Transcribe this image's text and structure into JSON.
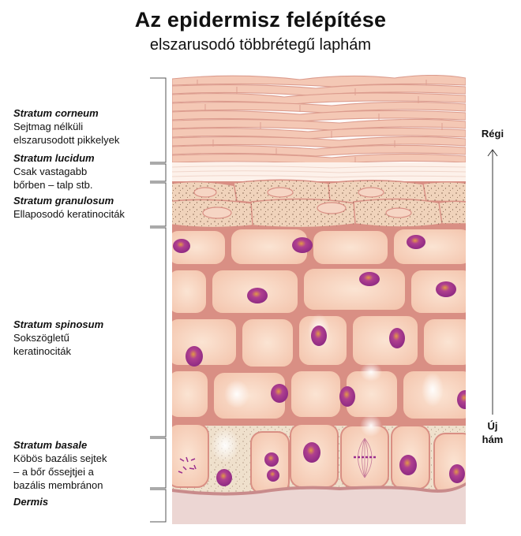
{
  "title": "Az epidermisz felépítése",
  "subtitle": "elszarusodó többrétegű laphám",
  "layers": [
    {
      "name": "Stratum corneum",
      "lines": [
        "Sejtmag nélküli",
        "elszarusodott pikkelyek"
      ]
    },
    {
      "name": "Stratum lucidum",
      "lines": [
        "Csak vastagabb",
        "bőrben – talp stb."
      ]
    },
    {
      "name": "Stratum granulosum",
      "lines": [
        "Ellaposodó keratinociták"
      ]
    },
    {
      "name": "Stratum spinosum",
      "lines": [
        "Sokszögletű",
        "keratinociták"
      ]
    },
    {
      "name": "Stratum basale",
      "lines": [
        "Köbös bazális sejtek",
        "– a bőr őssejtjei a",
        "bazális membránon"
      ]
    },
    {
      "name": "Dermis",
      "lines": []
    }
  ],
  "arrow": {
    "top_label": "Régi",
    "bottom_label_1": "Új",
    "bottom_label_2": "hám"
  },
  "colors": {
    "cell_fill": "#f7d3bd",
    "cell_border": "#d98f84",
    "nucleus": "#9b2e8e",
    "nucleus_highlight": "#e8a14a",
    "corneum": "#f3c7b4",
    "granule": "#7a5a45",
    "dermis": "#c98b8b",
    "bracket": "#555555"
  }
}
